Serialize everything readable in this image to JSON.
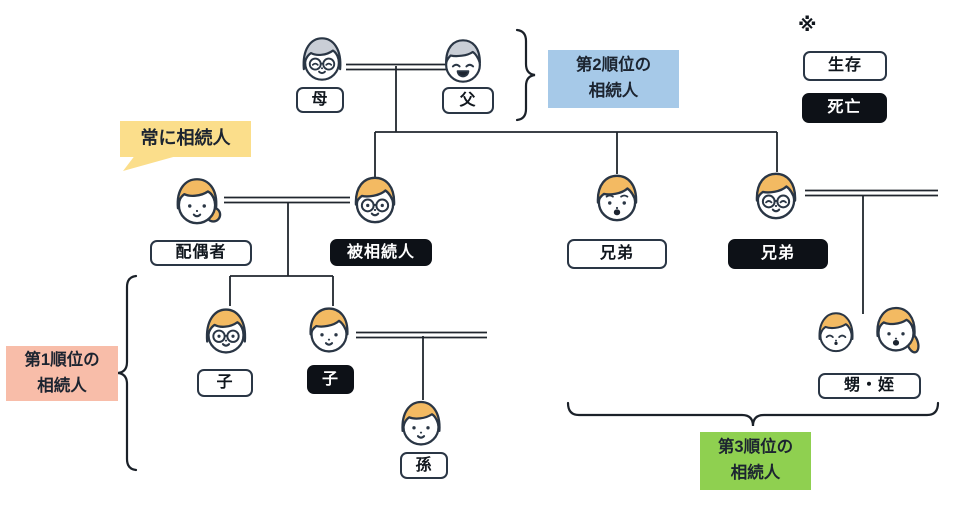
{
  "legend": {
    "note_mark": "※",
    "alive": "生存",
    "deceased": "死亡"
  },
  "labels": {
    "always_heir": "常に相続人",
    "rank1": {
      "line1": "第1順位の",
      "line2": "相続人"
    },
    "rank2": {
      "line1": "第2順位の",
      "line2": "相続人"
    },
    "rank3": {
      "line1": "第3順位の",
      "line2": "相続人"
    }
  },
  "persons": {
    "mother": {
      "label": "母",
      "status": "alive"
    },
    "father": {
      "label": "父",
      "status": "alive"
    },
    "spouse": {
      "label": "配偶者",
      "status": "alive"
    },
    "decedent": {
      "label": "被相続人",
      "status": "deceased"
    },
    "brother1": {
      "label": "兄弟",
      "status": "alive"
    },
    "brother2": {
      "label": "兄弟",
      "status": "deceased"
    },
    "child1": {
      "label": "子",
      "status": "alive"
    },
    "child2": {
      "label": "子",
      "status": "deceased"
    },
    "grandchild": {
      "label": "孫",
      "status": "alive"
    },
    "nephew_niece": {
      "label": "甥・姪",
      "status": "alive"
    }
  },
  "colors": {
    "always_heir_bg": "#FBDE8B",
    "rank1_bg": "#F8BDA9",
    "rank2_bg": "#A6C9E8",
    "rank3_bg": "#8FD050",
    "deceased_tag_bg": "#0D1117",
    "alive_tag_bg": "#FFFFFF",
    "outline": "#2A3645",
    "hair_orange": "#F3BA62",
    "hair_gray": "#C9CED6"
  }
}
